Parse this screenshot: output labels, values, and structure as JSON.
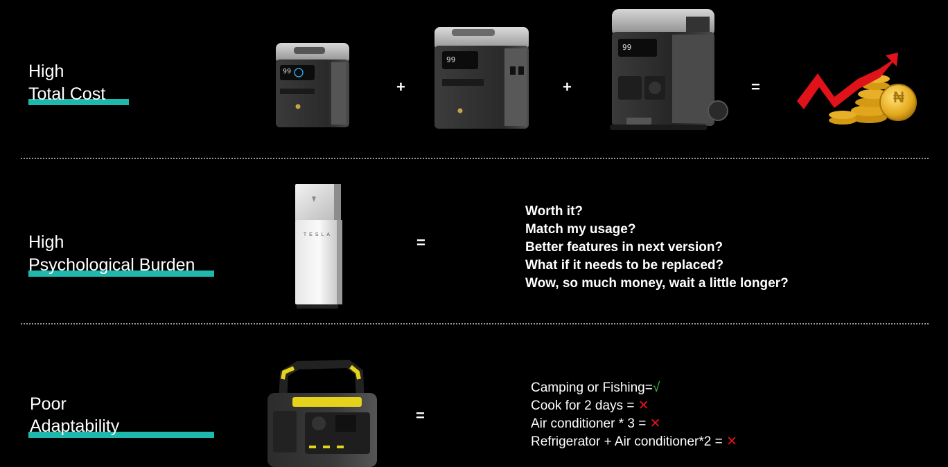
{
  "rows": [
    {
      "line1": "High",
      "line2": "Total Cost"
    },
    {
      "line1": "High",
      "line2": "Psychological Burden"
    },
    {
      "line1": "Poor",
      "line2": "Adaptability"
    }
  ],
  "operators": {
    "plus": "+",
    "equals": "="
  },
  "products": {
    "small_display": "99",
    "medium_display": "99",
    "large_display": "99",
    "tesla_brand": "TESLA",
    "coin_symbol": "₦"
  },
  "questions": [
    "Worth it?",
    "Match my usage?",
    "Better features in next version?",
    "What if it needs to be replaced?",
    "Wow, so much money, wait a little longer?"
  ],
  "scenarios": [
    {
      "text": "Camping or Fishing=",
      "mark": "√",
      "ok": true
    },
    {
      "text": "Cook for 2 days = ",
      "mark": "✕",
      "ok": false
    },
    {
      "text": "Air conditioner * 3 = ",
      "mark": "✕",
      "ok": false
    },
    {
      "text": "Refrigerator + Air conditioner*2 = ",
      "mark": "✕",
      "ok": false
    }
  ],
  "colors": {
    "accent": "#1fb8ad",
    "check": "#3cc43c",
    "cross": "#e0151b"
  }
}
